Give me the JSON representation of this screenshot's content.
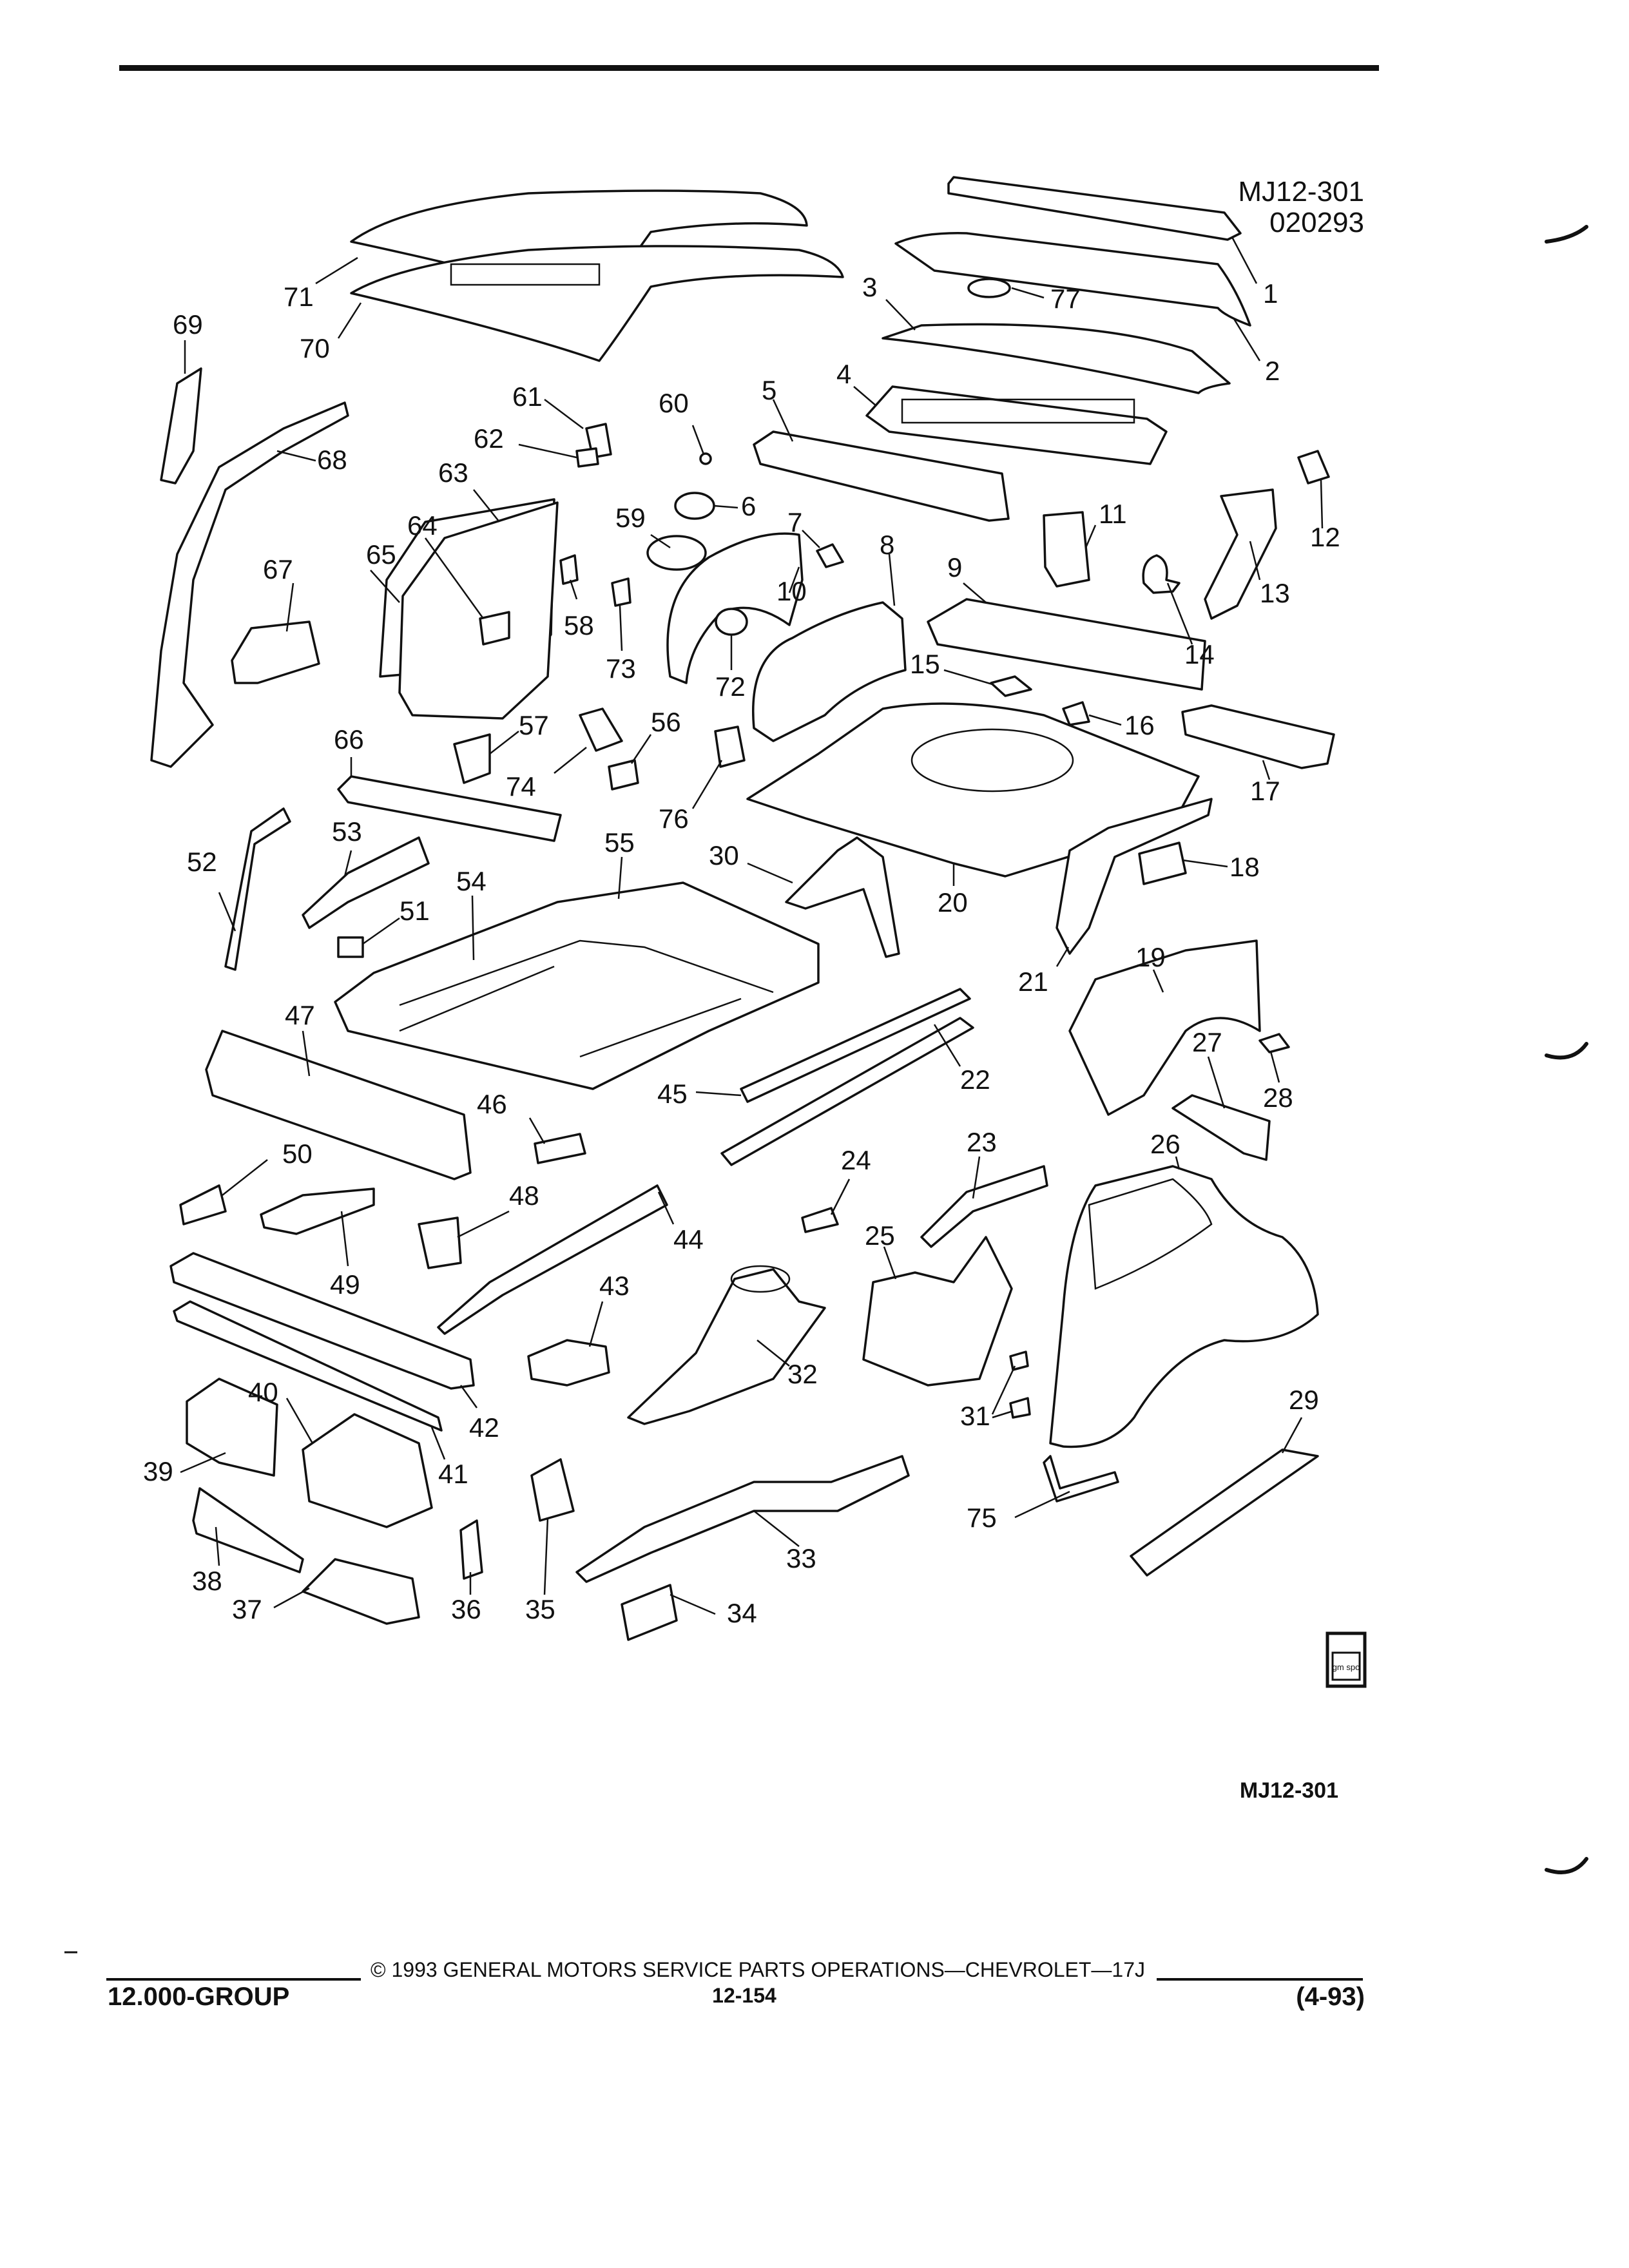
{
  "diagram": {
    "code_top": "MJ12-301",
    "date_code": "020293",
    "code_bottom": "MJ12-301",
    "badge_text": "gm spo"
  },
  "footer": {
    "group": "12.000-GROUP",
    "copyright": "© 1993 GENERAL MOTORS SERVICE PARTS OPERATIONS—CHEVROLET—17J",
    "page": "12-154",
    "edition": "(4-93)"
  },
  "callouts": [
    "1",
    "2",
    "3",
    "4",
    "5",
    "6",
    "7",
    "8",
    "9",
    "10",
    "11",
    "12",
    "13",
    "14",
    "15",
    "16",
    "17",
    "18",
    "19",
    "20",
    "21",
    "22",
    "23",
    "24",
    "25",
    "26",
    "27",
    "28",
    "29",
    "30",
    "31",
    "32",
    "33",
    "34",
    "35",
    "36",
    "37",
    "38",
    "39",
    "40",
    "41",
    "42",
    "43",
    "44",
    "45",
    "46",
    "47",
    "48",
    "49",
    "50",
    "51",
    "52",
    "53",
    "54",
    "55",
    "56",
    "57",
    "58",
    "59",
    "60",
    "61",
    "62",
    "63",
    "64",
    "65",
    "66",
    "67",
    "68",
    "69",
    "70",
    "71",
    "72",
    "73",
    "74",
    "75",
    "76",
    "77"
  ]
}
